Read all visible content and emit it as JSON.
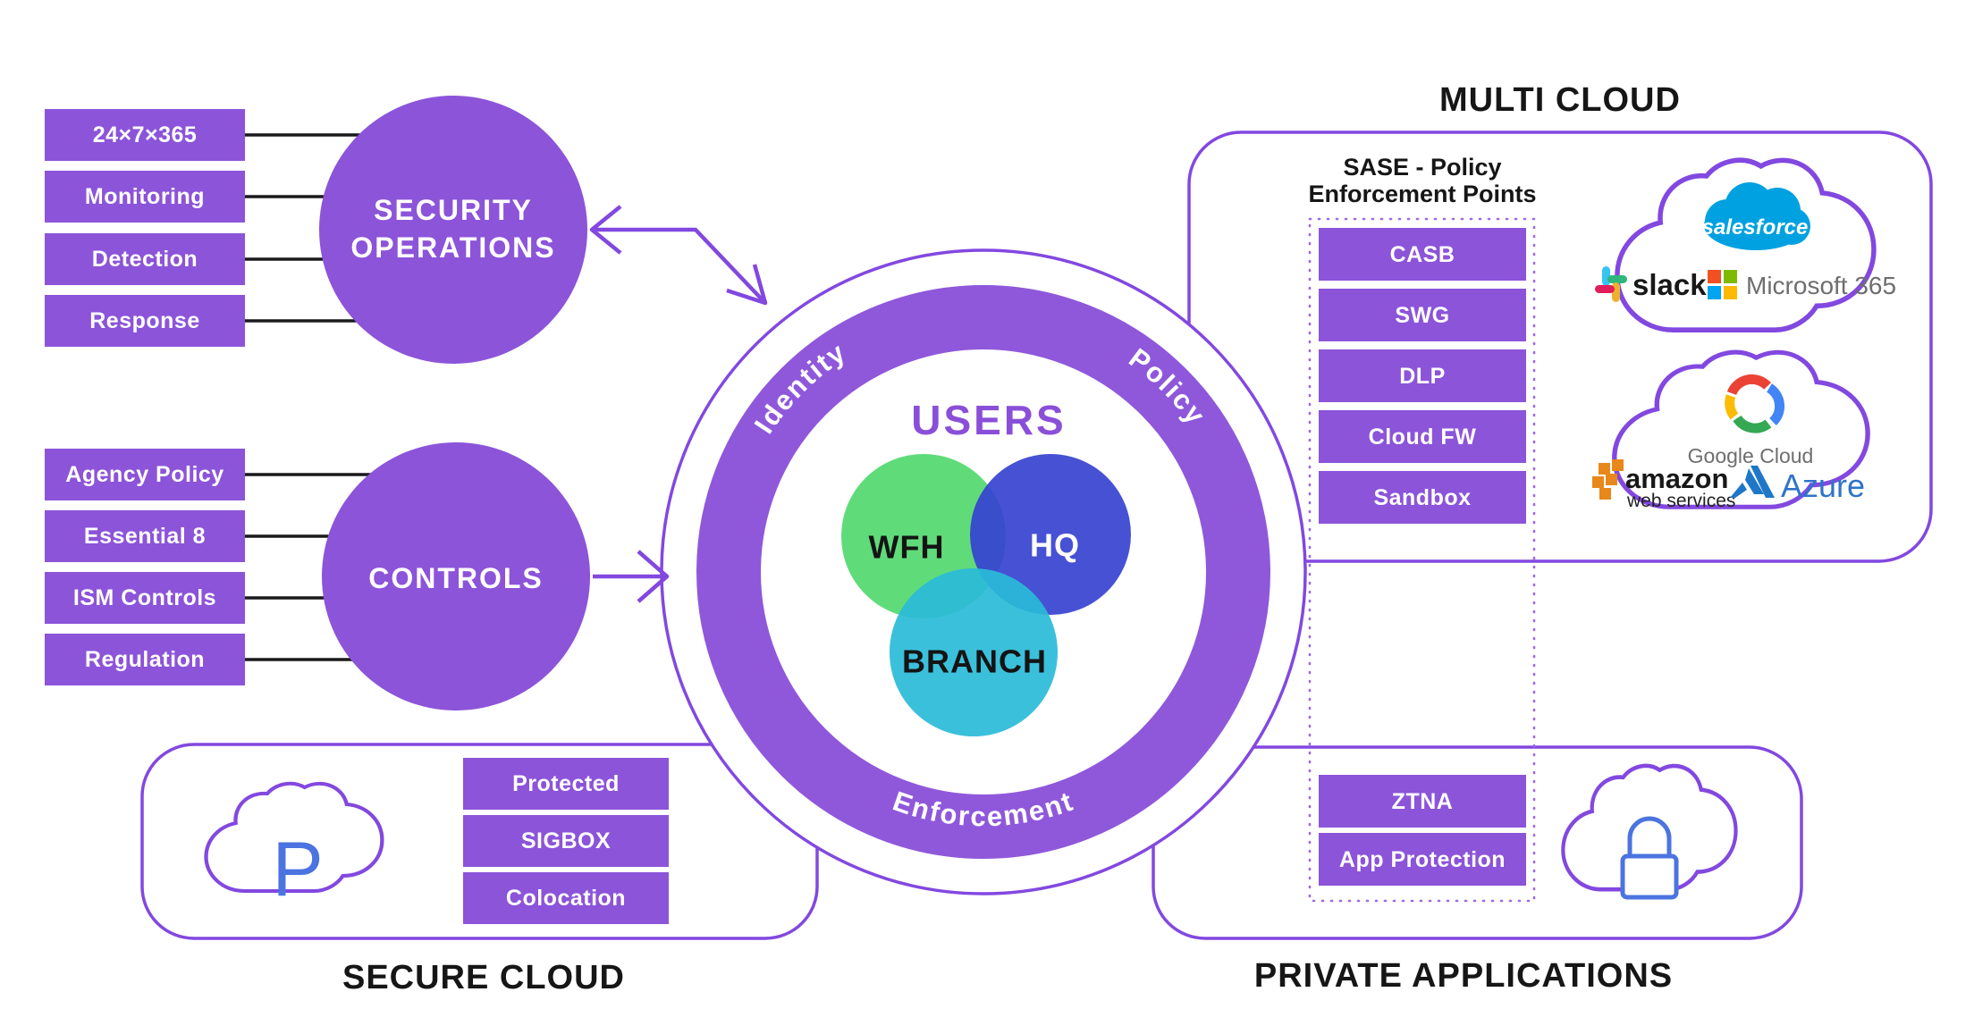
{
  "titles": {
    "multi_cloud": "MULTI CLOUD",
    "secure_cloud": "SECURE CLOUD",
    "private_applications": "PRIVATE APPLICATIONS"
  },
  "security_operations": {
    "label_line1": "SECURITY",
    "label_line2": "OPERATIONS",
    "inputs": [
      "24×7×365",
      "Monitoring",
      "Detection",
      "Response"
    ]
  },
  "controls": {
    "label": "CONTROLS",
    "inputs": [
      "Agency Policy",
      "Essential 8",
      "ISM Controls",
      "Regulation"
    ]
  },
  "users_hub": {
    "title": "USERS",
    "ring_left": "Identity",
    "ring_right": "Policy",
    "ring_bottom": "Enforcement",
    "group_wfh": "WFH",
    "group_hq": "HQ",
    "group_branch": "BRANCH"
  },
  "sase": {
    "header_line1": "SASE - Policy",
    "header_line2": "Enforcement Points",
    "enforcement_points": [
      "CASB",
      "SWG",
      "DLP",
      "Cloud FW",
      "Sandbox"
    ],
    "private_access_points": [
      "ZTNA",
      "App Protection"
    ]
  },
  "multi_cloud_logos": {
    "salesforce": "salesforce",
    "slack": "slack",
    "microsoft": "Microsoft 365",
    "google": "Google Cloud",
    "amazon_line1": "amazon",
    "amazon_line2": "web services",
    "azure": "Azure"
  },
  "secure_cloud": {
    "cloud_letter": "P",
    "items": [
      "Protected",
      "SIGBOX",
      "Colocation"
    ]
  },
  "colors": {
    "purple_fill": "#8c54d9",
    "purple_stroke": "#8248e0",
    "dotted_purple": "#9a6ae6",
    "venn_green": "#57d973",
    "venn_blue": "#3642d0",
    "venn_teal": "#2abbd8",
    "icon_blue": "#4b74e0",
    "salesforce_blue": "#00a1e0",
    "azure_blue": "#2e74c9"
  }
}
